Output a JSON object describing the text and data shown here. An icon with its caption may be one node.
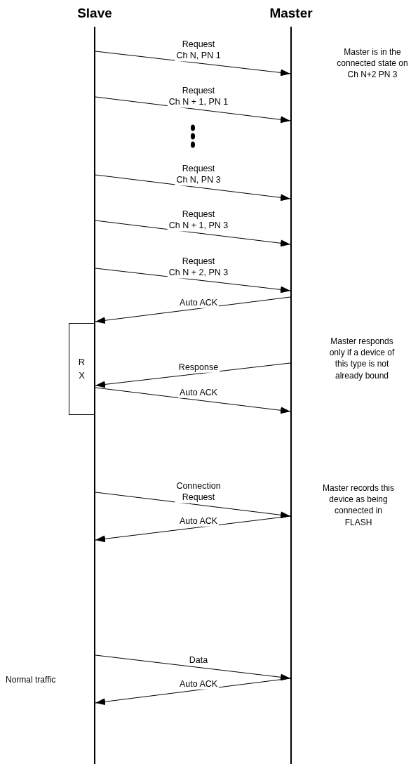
{
  "diagram": {
    "nodes": [
      {
        "text": [
          "Slave"
        ]
      },
      {
        "text": [
          "Master"
        ]
      },
      {
        "text": [
          "RX"
        ]
      }
    ],
    "edges": [
      {
        "from": 0,
        "to": 1,
        "arrow": "to",
        "label": "Request Ch N, PN 1"
      },
      {
        "from": 0,
        "to": 1,
        "arrow": "to",
        "label": "Request Ch N + 1, PN 1"
      },
      {
        "from": 0,
        "to": 1,
        "arrow": "to",
        "label": "Request Ch N, PN 3"
      },
      {
        "from": 0,
        "to": 1,
        "arrow": "to",
        "label": "Request Ch N + 1, PN 3"
      },
      {
        "from": 0,
        "to": 1,
        "arrow": "to",
        "label": "Request Ch N + 2, PN 3"
      },
      {
        "from": 1,
        "to": 0,
        "arrow": "to",
        "label": "Auto ACK"
      },
      {
        "from": 1,
        "to": 0,
        "arrow": "to",
        "label": "Response"
      },
      {
        "from": 0,
        "to": 1,
        "arrow": "to",
        "label": "Auto ACK"
      },
      {
        "from": 0,
        "to": 1,
        "arrow": "to",
        "label": "Connection Request"
      },
      {
        "from": 1,
        "to": 0,
        "arrow": "to",
        "label": "Auto ACK"
      },
      {
        "from": 0,
        "to": 1,
        "arrow": "to",
        "label": "Data"
      },
      {
        "from": 1,
        "to": 0,
        "arrow": "to",
        "label": "Auto ACK"
      }
    ],
    "labels": [
      "Master is in the connected state on Ch N+2 PN 3",
      "Master responds only if a device of this type is not already bound",
      "Master records this device as being connected in FLASH",
      "Normal traffic"
    ]
  }
}
